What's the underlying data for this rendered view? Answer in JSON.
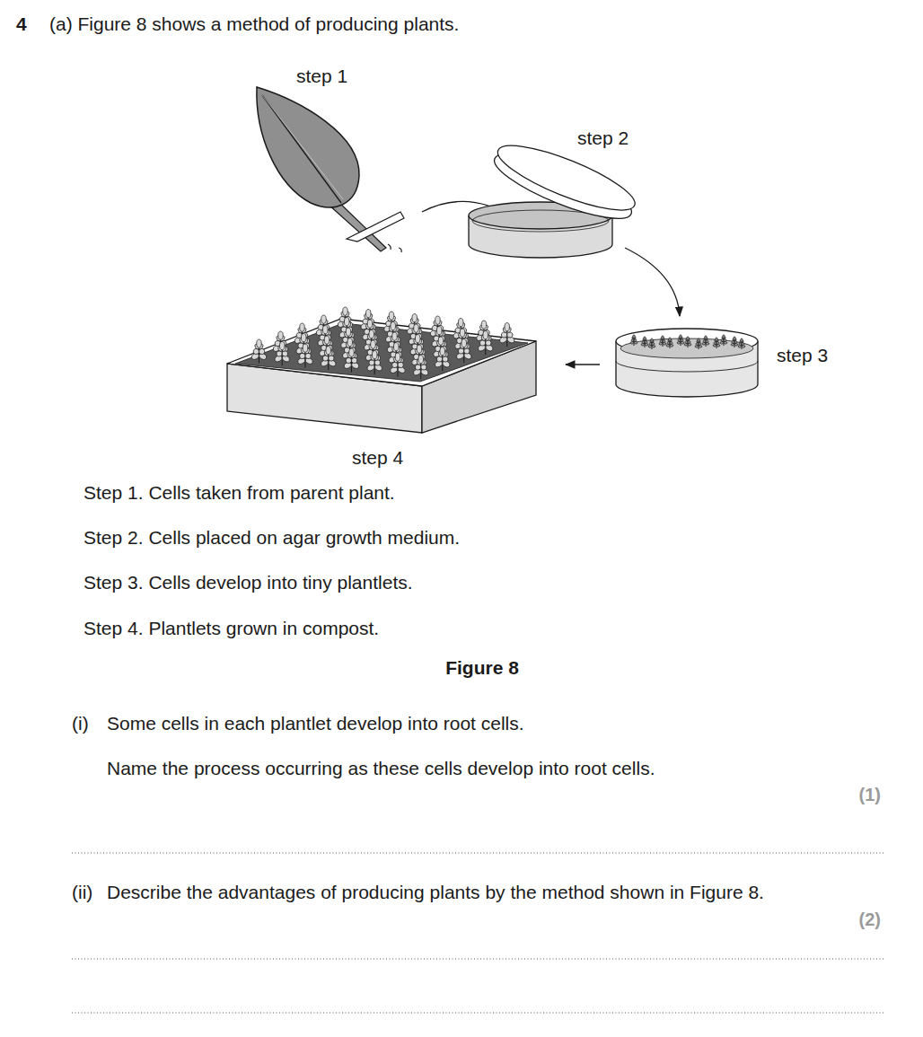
{
  "diagram": {
    "caption": "Figure 8",
    "labels": [
      "4",
      "(a) Figure 8 shows a method of producing plants.",
      "step 1",
      "step 2",
      "step 3",
      "step 4",
      "Step 1. Cells taken from parent plant.",
      "Step 2. Cells placed on agar growth medium.",
      "Step 3. Cells develop into tiny plantlets.",
      "Step 4. Plantlets grown in compost.",
      "(i)",
      "Some cells in each plantlet develop into root cells.",
      "Name the process occurring as these cells develop into root cells.",
      "(1)",
      "(ii)",
      "Describe the advantages of producing plants by the method shown in Figure 8.",
      "(2)"
    ]
  }
}
